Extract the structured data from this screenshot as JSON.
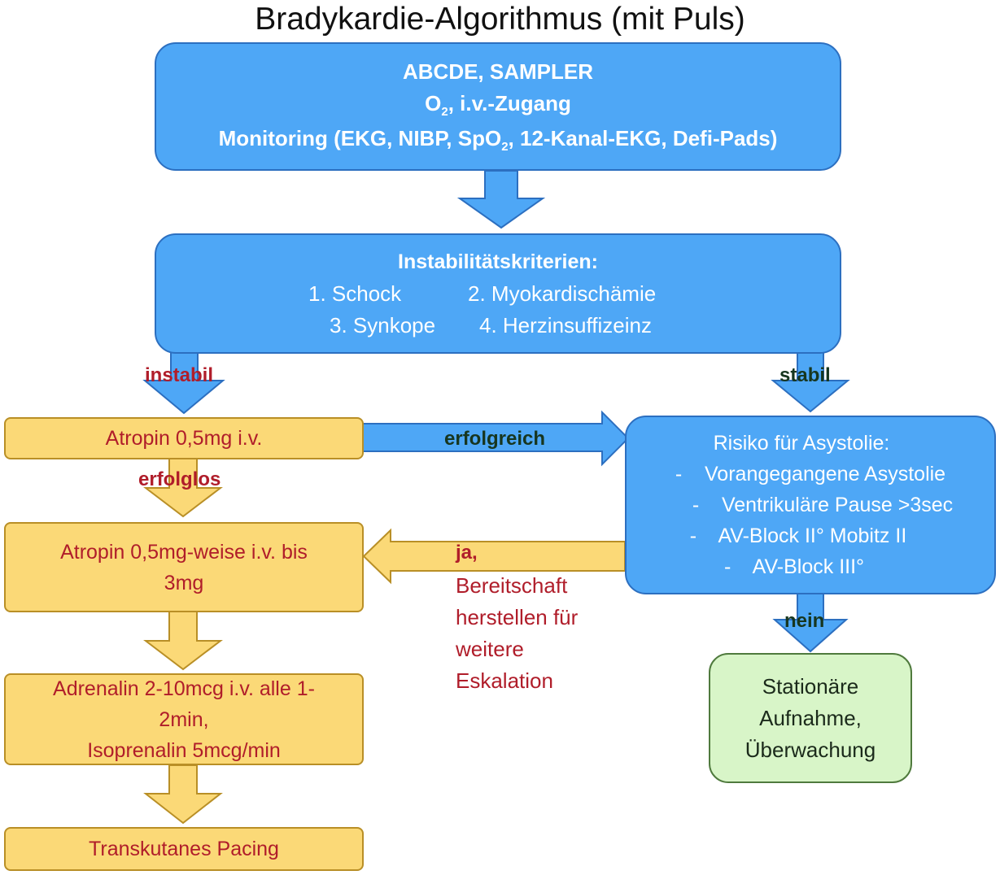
{
  "title": "Bradykardie-Algorithmus (mit Puls)",
  "initial": {
    "line1": "ABCDE, SAMPLER",
    "line2_pre": "O",
    "line2_sub": "2",
    "line2_post": ", i.v.-Zugang",
    "line3_pre": "Monitoring (EKG, NIBP, SpO",
    "line3_sub": "2",
    "line3_post": ", 12-Kanal-EKG, Defi-Pads)"
  },
  "instability": {
    "heading": "Instabilitätskriterien:",
    "c1": "1. Schock",
    "c2": "2. Myokardischämie",
    "c3": "3. Synkope",
    "c4": "4. Herzinsuffizeinz"
  },
  "labels": {
    "instabil": "instabil",
    "stabil": "stabil",
    "erfolgreich": "erfolgreich",
    "erfolglos": "erfolglos",
    "ja": "ja,",
    "ja_note": [
      "Bereitschaft",
      "herstellen für",
      "weitere",
      "Eskalation"
    ],
    "nein": "nein"
  },
  "steps": {
    "atropin1": "Atropin 0,5mg i.v.",
    "atropin2": [
      "Atropin 0,5mg-weise i.v. bis",
      "3mg"
    ],
    "adrenalin": [
      "Adrenalin 2-10mcg i.v. alle 1-",
      "2min,",
      "Isoprenalin 5mcg/min"
    ],
    "pacing": "Transkutanes Pacing"
  },
  "risk": {
    "heading": "Risiko für Asystolie:",
    "items": [
      "-    Vorangegangene Asystolie",
      "-    Ventrikuläre Pause >3sec",
      "-    AV-Block II° Mobitz II",
      "-    AV-Block III°"
    ]
  },
  "station": [
    "Stationäre",
    "Aufnahme,",
    "Überwachung"
  ],
  "colors": {
    "blue_fill": "#4ea7f6",
    "blue_border": "#2c6fc0",
    "yellow_fill": "#fbd977",
    "yellow_border": "#b98f26",
    "green_fill": "#d8f5c8",
    "red_text": "#b01d2a"
  }
}
